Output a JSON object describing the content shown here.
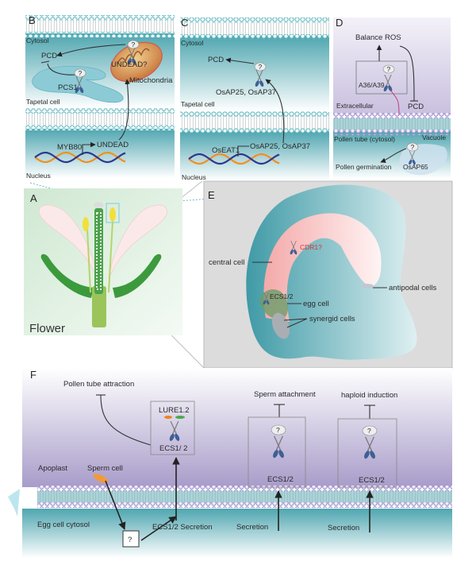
{
  "colors": {
    "teal": "#5fb0b9",
    "membrane_teal_bead": "#6fc0c6",
    "membrane_purple_bead": "#a596cf",
    "purple_bg": "#b9b0d2",
    "mitochondria": "#d9a35c",
    "scissors_handle": "#3f5f95",
    "cdr1_red": "#e0303a",
    "pink_cell": "#f3b9b9",
    "green": "#3c9a3c"
  },
  "icons": {
    "scissors": "protease-scissors-icon",
    "question": "unknown-question-bubble-icon"
  },
  "panel_b": {
    "letter": "B",
    "cytosol": "Cytosol",
    "pcd": "PCD",
    "undead_q": "UNDEAD?",
    "pcs1": "PCS1",
    "mitochondria": "Mitochondria",
    "tapetal_cell": "Tapetal cell",
    "myb80": "MYB80",
    "undead": "UNDEAD",
    "nucleus": "Nucleus",
    "q": "?"
  },
  "panel_c": {
    "letter": "C",
    "cytosol": "Cytosol",
    "pcd": "PCD",
    "osap": "OsAP25, OsAP37",
    "tapetal_cell": "Tapetal cell",
    "oseat1": "OsEAT1",
    "osap_gene": "OsAP25, OsAP37",
    "nucleus": "Nucleus",
    "q": "?"
  },
  "panel_d": {
    "letter": "D",
    "balance_ros": "Balance ROS",
    "a36": "A36/A39",
    "extracellular": "Extracellular",
    "pcd": "PCD",
    "pollen_tube": "Pollen tube (cytosol)",
    "vacuole": "Vacuole",
    "pollen_germination": "Pollen germination",
    "osap65": "OsAP65",
    "q": "?"
  },
  "panel_a": {
    "letter": "A",
    "flower": "Flower"
  },
  "panel_e": {
    "letter": "E",
    "cdr1": "CDR1?",
    "central_cell": "central cell",
    "antipodal": "antipodal cells",
    "ecs": "ECS1/2",
    "egg_cell": "egg  cell",
    "synergid": "synergid  cells"
  },
  "panel_f": {
    "letter": "F",
    "pollen_tube_attraction": "Pollen tube attraction",
    "lure": "LURE1.2",
    "ecs_box1": "ECS1/ 2",
    "sperm_attachment": "Sperm attachment",
    "ecs_box2": "ECS1/2",
    "haploid_induction": "haploid induction",
    "ecs_box3": "ECS1/2",
    "apoplast": "Apoplast",
    "sperm_cell": "Sperm cell",
    "egg_cytosol": "Egg cell cytosol",
    "ecs_secretion": "ECS1/2 Secretion",
    "secretion1": "Secretion",
    "secretion2": "Secretion",
    "unknown": "?",
    "q": "?"
  }
}
